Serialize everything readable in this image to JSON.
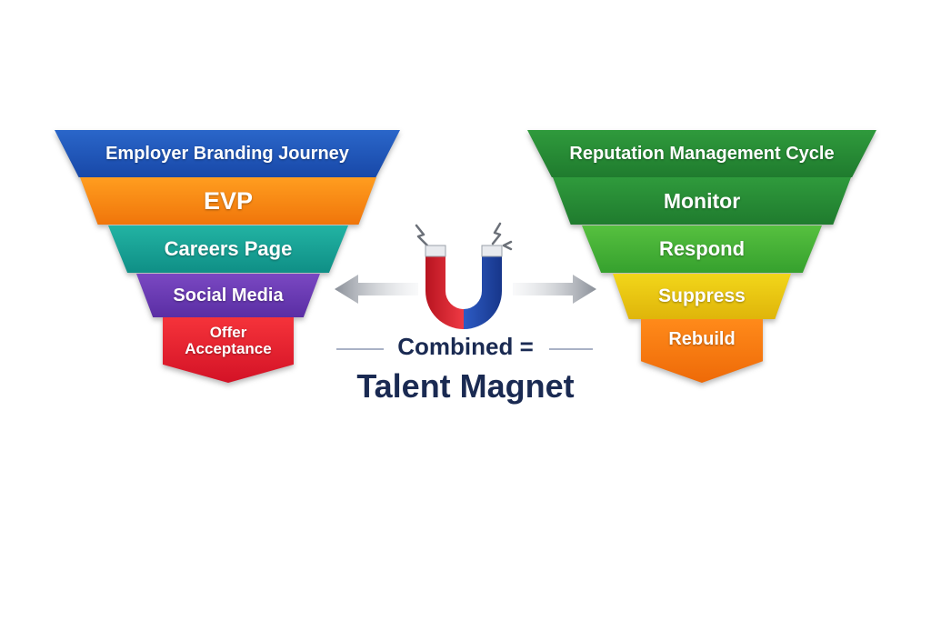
{
  "left_funnel": {
    "title": "Employer Branding Journey",
    "tiers": [
      "EVP",
      "Careers Page",
      "Social Media"
    ],
    "bottom_line1": "Offer",
    "bottom_line2": "Acceptance"
  },
  "right_funnel": {
    "title": "Reputation Management Cycle",
    "tiers": [
      "Monitor",
      "Respond",
      "Suppress",
      "Rebuild"
    ]
  },
  "center": {
    "combined_label": "Combined =",
    "result_label": "Talent Magnet"
  },
  "colors": {
    "left_title": "#1f5bbf",
    "evp": "#f7850f",
    "careers_page": "#16a196",
    "social_media": "#6a3bb5",
    "offer_acceptance": "#e0202f",
    "right_title": "#258c35",
    "monitor": "#258c35",
    "respond": "#44b035",
    "suppress": "#e8c512",
    "rebuild": "#f57a10",
    "magnet_red": "#d9232e",
    "magnet_blue": "#1f46a8",
    "text_navy": "#1a2a52"
  },
  "icons": [
    "magnet-icon",
    "left-arrow-icon",
    "right-arrow-icon",
    "spark-icon"
  ]
}
